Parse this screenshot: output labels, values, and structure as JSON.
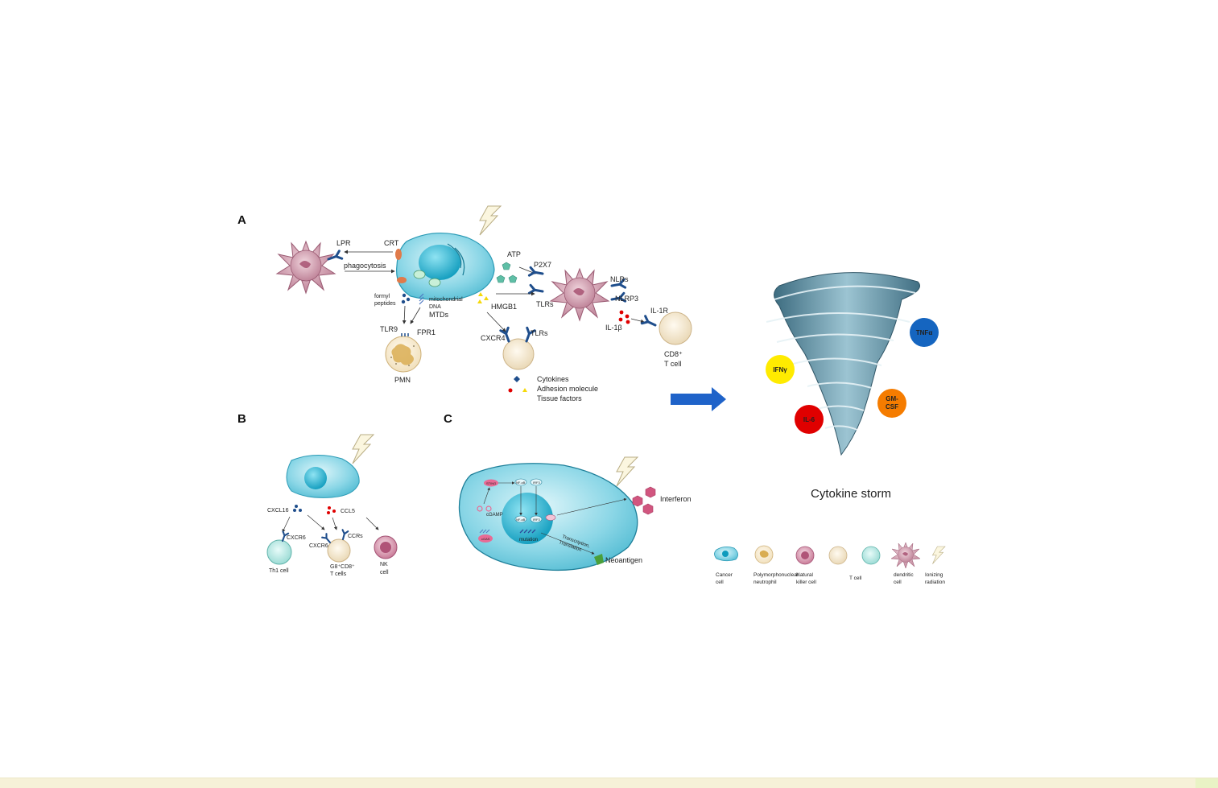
{
  "panels": {
    "a": "A",
    "b": "B",
    "c": "C"
  },
  "panel_a": {
    "lpr": "LPR",
    "crt": "CRT",
    "phagocytosis": "phagocytosis",
    "atp": "ATP",
    "p2x7": "P2X7",
    "nlrs": "NLRs",
    "tlrs_dc": "TLRs",
    "nlrp3": "NLRP3",
    "formyl_peptides_1": "formyl",
    "formyl_peptides_2": "peptides",
    "mito_dna_1": "mitochondrial",
    "mito_dna_2": "DNA",
    "mtds": "MTDs",
    "tlr9": "TLR9",
    "fpr1": "FPR1",
    "pmn": "PMN",
    "hmgb1": "HMGB1",
    "cxcr4": "CXCR4",
    "tlrs_t": "TLRs",
    "il1r": "IL-1R",
    "il1b": "IL-1β",
    "cd8_1": "CD8⁺",
    "cd8_2": "T cell",
    "legend_cytokines": "Cytokines",
    "legend_adhesion": "Adhesion molecule",
    "legend_tissue": "Tissue factors"
  },
  "panel_b": {
    "cxcl16": "CXCL16",
    "ccl5": "CCL5",
    "cxcr6_a": "CXCR6",
    "cxcr6_b": "CXCR6",
    "ccrs": "CCRs",
    "th1": "Th1 cell",
    "t_cells_1": "G8⁺CD8⁺",
    "t_cells_2": "T cells",
    "nk_1": "NK",
    "nk_2": "cell"
  },
  "panel_c": {
    "sting": "STING",
    "nfkb_1": "NF-κB",
    "irf3_1": "IRF3",
    "nfkb_2": "NF-κB",
    "irf3_2": "IRF3",
    "cgamp": "cGAMP",
    "cgas": "cGAS",
    "mutation": "mutation",
    "transcription_1": "Transcription,",
    "transcription_2": "Translation",
    "interferon": "Interferon",
    "neoantigen": "Neoantigen"
  },
  "storm": {
    "tnfa": "TNFα",
    "ifny": "IFNγ",
    "gmcsf_1": "GM-",
    "gmcsf_2": "CSF",
    "il6": "IL-6",
    "title": "Cytokine storm"
  },
  "legend": {
    "cancer_1": "Cancer",
    "cancer_2": "cell",
    "pmn_1": "Polymorphonuclear",
    "pmn_2": "neutrophil",
    "nk_1": "Natural",
    "nk_2": "killer cell",
    "tcell": "T cell",
    "dc_1": "dendritic",
    "dc_2": "cell",
    "ir_1": "Ionizing",
    "ir_2": "radiation"
  },
  "colors": {
    "cancer": "#4fc3d8",
    "nucleus": "#1aa6c4",
    "dendritic": "#c98aa0",
    "tcell": "#f1e3c8",
    "receptor": "#1f4e8c",
    "tnfa": "#1565c0",
    "ifny": "#ffeb00",
    "gmcsf": "#f57c00",
    "il6": "#e00000",
    "arrow": "#1f63c9",
    "tornado": "#5f8fa3"
  },
  "icons": [
    "lightning-bolt-icon",
    "arrow-right-icon"
  ]
}
